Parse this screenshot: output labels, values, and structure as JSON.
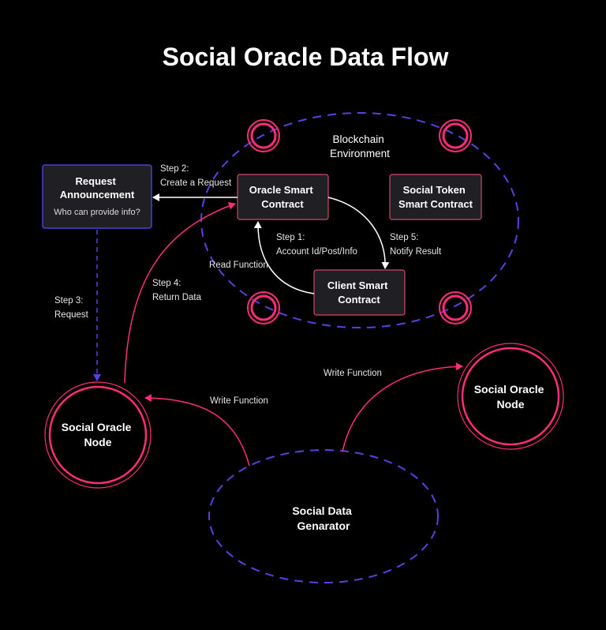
{
  "title": "Social Oracle Data Flow",
  "blockchain_label": [
    "Blockchain",
    "Environment"
  ],
  "request_box": {
    "title": [
      "Request",
      "Announcement"
    ],
    "subtitle": "Who can provide info?"
  },
  "oracle_contract": [
    "Oracle Smart",
    "Contract"
  ],
  "social_token_contract": [
    "Social Token",
    "Smart Contract"
  ],
  "client_contract": [
    "Client Smart",
    "Contract"
  ],
  "oracle_node_left": [
    "Social Oracle",
    "Node"
  ],
  "oracle_node_right": [
    "Social Oracle",
    "Node"
  ],
  "data_generator": [
    "Social Data",
    "Genarator"
  ],
  "edges": {
    "step1": [
      "Step 1:",
      "Account Id/Post/Info"
    ],
    "step2": [
      "Step 2:",
      "Create a Request"
    ],
    "step3": [
      "Step 3:",
      "Request"
    ],
    "step4": [
      "Step 4:",
      "Return Data"
    ],
    "step5": [
      "Step 5:",
      "Notify Result"
    ],
    "read_function": "Read Function",
    "write_function_left": "Write Function",
    "write_function_right": "Write Function"
  },
  "colors": {
    "background": "#000000",
    "dashed_blue": "#5b3fe0",
    "accent_pink": "#ff2d78",
    "box_fill": "#1f1f24",
    "box_stroke_purple": "#4b3fd6",
    "box_stroke_pink": "#d4466f",
    "arrow_white": "#ffffff"
  }
}
